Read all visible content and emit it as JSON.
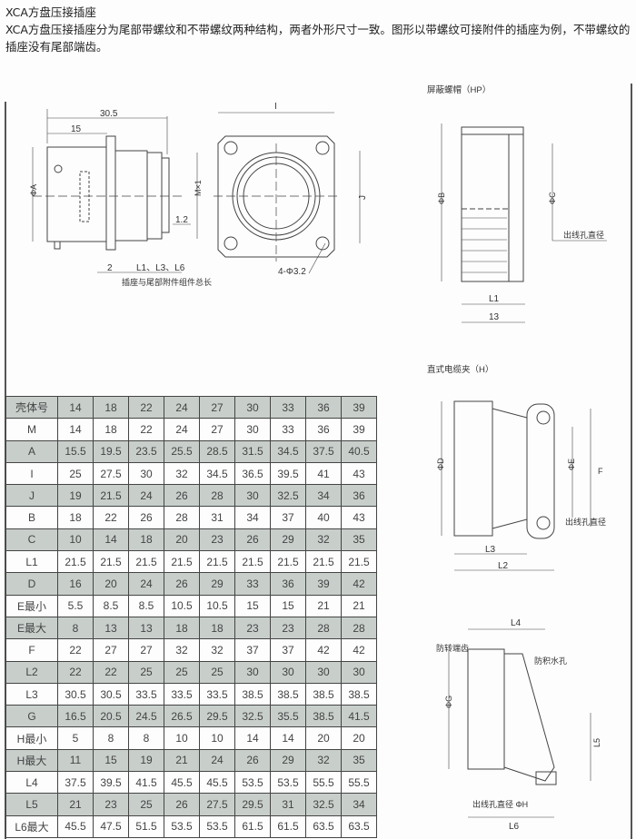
{
  "title": "XCA方盘压接插座",
  "description": "XCA方盘压接插座分为尾部带螺纹和不带螺纹两种结构，两者外形尺寸一致。图形以带螺纹可接附件的插座为例，不带螺纹的插座没有尾部端齿。",
  "main_drawing": {
    "dim_30_5": "30.5",
    "dim_15": "15",
    "dim_phiA": "ΦA",
    "dim_mx1": "M×1",
    "dim_1_2": "1.2",
    "dim_2": "2",
    "dim_l": "L1、L3、L6",
    "caption": "插座与尾部附件组件总长",
    "dim_I": "I",
    "dim_J": "J",
    "dim_holes": "4-Φ3.2"
  },
  "hp": {
    "title": "屏蔽螺帽（HP）",
    "phiB": "ΦB",
    "phiC": "ΦC",
    "hole": "出线孔直径",
    "l1": "L1",
    "d13": "13"
  },
  "h": {
    "title": "直式电缆夹（H）",
    "phiD": "ΦD",
    "phiE": "ΦE",
    "f": "F",
    "hole": "出线孔直径",
    "l3": "L3",
    "l2": "L2"
  },
  "w": {
    "title": "弯式电缆夹（W）",
    "l4": "L4",
    "anti": "防转端齿",
    "water": "防积水孔",
    "phiG": "ΦG",
    "l5": "L5",
    "hole": "出线孔直径 ΦH",
    "l6": "L6"
  },
  "table": {
    "rows": [
      [
        "壳体号",
        "14",
        "18",
        "22",
        "24",
        "27",
        "30",
        "33",
        "36",
        "39"
      ],
      [
        "M",
        "14",
        "18",
        "22",
        "24",
        "27",
        "30",
        "33",
        "36",
        "39"
      ],
      [
        "A",
        "15.5",
        "19.5",
        "23.5",
        "25.5",
        "28.5",
        "31.5",
        "34.5",
        "37.5",
        "40.5"
      ],
      [
        "I",
        "25",
        "27.5",
        "30",
        "32",
        "34.5",
        "36.5",
        "39.5",
        "41",
        "43"
      ],
      [
        "J",
        "19",
        "21.5",
        "24",
        "26",
        "28",
        "30",
        "32.5",
        "34",
        "36"
      ],
      [
        "B",
        "18",
        "22",
        "26",
        "28",
        "31",
        "34",
        "37",
        "40",
        "43"
      ],
      [
        "C",
        "10",
        "14",
        "18",
        "20",
        "23",
        "26",
        "29",
        "32",
        "35"
      ],
      [
        "L1",
        "21.5",
        "21.5",
        "21.5",
        "21.5",
        "21.5",
        "21.5",
        "21.5",
        "21.5",
        "21.5"
      ],
      [
        "D",
        "16",
        "20",
        "24",
        "26",
        "29",
        "33",
        "36",
        "39",
        "42"
      ],
      [
        "E最小",
        "5.5",
        "8.5",
        "8.5",
        "10.5",
        "10.5",
        "15",
        "15",
        "21",
        "21"
      ],
      [
        "E最大",
        "8",
        "13",
        "13",
        "18",
        "18",
        "23",
        "23",
        "28",
        "28"
      ],
      [
        "F",
        "22",
        "27",
        "27",
        "32",
        "32",
        "37",
        "37",
        "42",
        "42"
      ],
      [
        "L2",
        "22",
        "22",
        "25",
        "25",
        "25",
        "30",
        "30",
        "30",
        "30"
      ],
      [
        "L3",
        "30.5",
        "30.5",
        "33.5",
        "33.5",
        "33.5",
        "38.5",
        "38.5",
        "38.5",
        "38.5"
      ],
      [
        "G",
        "16.5",
        "20.5",
        "24.5",
        "26.5",
        "29.5",
        "32.5",
        "35.5",
        "38.5",
        "41.5"
      ],
      [
        "H最小",
        "5",
        "8",
        "8",
        "10",
        "10",
        "14",
        "14",
        "20",
        "20"
      ],
      [
        "H最大",
        "11",
        "15",
        "19",
        "21",
        "24",
        "26",
        "29",
        "32",
        "35"
      ],
      [
        "L4",
        "37.5",
        "39.5",
        "41.5",
        "45.5",
        "45.5",
        "53.5",
        "53.5",
        "55.5",
        "55.5"
      ],
      [
        "L5",
        "21",
        "23",
        "25",
        "26",
        "27.5",
        "29.5",
        "31",
        "32.5",
        "34"
      ],
      [
        "L6最大",
        "45.5",
        "47.5",
        "51.5",
        "53.5",
        "53.5",
        "61.5",
        "61.5",
        "63.5",
        "63.5"
      ]
    ]
  }
}
